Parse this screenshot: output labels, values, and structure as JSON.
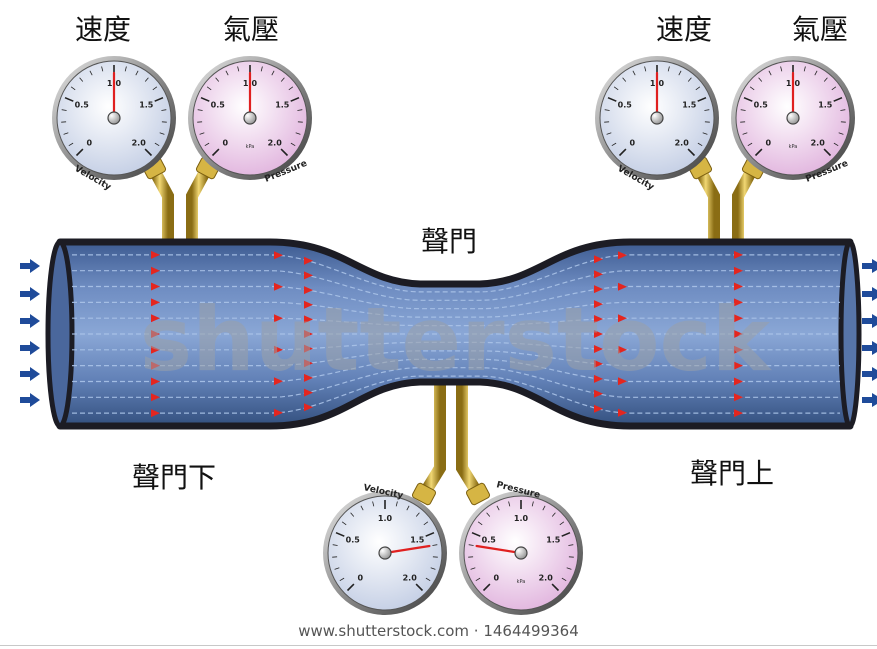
{
  "labels": {
    "left_velocity": "速度",
    "left_pressure": "氣壓",
    "right_velocity": "速度",
    "right_pressure": "氣壓",
    "glottis": "聲門",
    "subglottal": "聲門下",
    "supraglottal": "聲門上"
  },
  "gauges": {
    "top_left_velocity": {
      "ticks": [
        "1.0",
        "0.5",
        "1.5",
        "0",
        "2.0"
      ],
      "caption": "Velocity",
      "reading": 1.0
    },
    "top_left_pressure": {
      "ticks": [
        "1.0",
        "0.5",
        "1.5",
        "0",
        "2.0"
      ],
      "unit": "kPa",
      "caption": "Pressure",
      "reading": 1.0
    },
    "top_right_velocity": {
      "ticks": [
        "1.0",
        "0.5",
        "1.5",
        "0",
        "2.0"
      ],
      "caption": "Velocity",
      "reading": 1.0
    },
    "top_right_pressure": {
      "ticks": [
        "1.0",
        "0.5",
        "1.5",
        "0",
        "2.0"
      ],
      "unit": "kPa",
      "caption": "Pressure",
      "reading": 1.0
    },
    "bottom_velocity": {
      "ticks": [
        "1.0",
        "0.5",
        "1.5",
        "0",
        "2.0"
      ],
      "caption": "Velocity",
      "reading": 1.6
    },
    "bottom_pressure": {
      "ticks": [
        "1.0",
        "0.5",
        "1.5",
        "0",
        "2.0"
      ],
      "unit": "kPa",
      "caption": "Pressure",
      "reading": 0.4
    }
  },
  "watermark": "shutterstock",
  "footer": "www.shutterstock.com · 1464499364",
  "colors": {
    "tube_fill": "#5b79ad",
    "tube_edge": "#1c1c24",
    "flow_line": "#aac3e8",
    "arrow_red": "#e4261f",
    "inlet_arrow": "#1f4b9a",
    "velocity_face": "#dde4f2",
    "pressure_face": "#f1d6ef",
    "brass": "#c9a631",
    "needle": "#e02020"
  }
}
